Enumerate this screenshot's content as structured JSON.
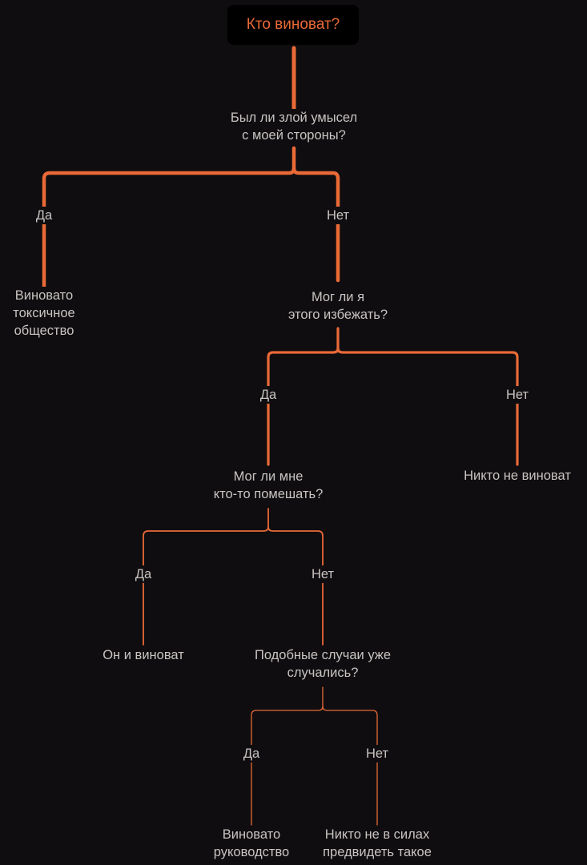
{
  "root": {
    "label": "Кто виноват?"
  },
  "colors": {
    "background": "#0f0d0f",
    "edge": "#e96a37",
    "text": "#c9c4c2",
    "root_text": "#e96a37",
    "root_box": "#000000"
  },
  "q1": {
    "line1": "Был ли злой умысел",
    "line2": "с моей стороны?"
  },
  "q1_yes": "Да",
  "q1_no": "Нет",
  "leaf_society": {
    "line1": "Виновато",
    "line2": "токсичное",
    "line3": "общество"
  },
  "q2": {
    "line1": "Мог ли я",
    "line2": "этого избежать?"
  },
  "q2_yes": "Да",
  "q2_no": "Нет",
  "leaf_nobody": "Никто не виноват",
  "q3": {
    "line1": "Мог ли мне",
    "line2": "кто-то помешать?"
  },
  "q3_yes": "Да",
  "q3_no": "Нет",
  "leaf_he": "Он и виноват",
  "q4": {
    "line1": "Подобные случаи уже",
    "line2": "случались?"
  },
  "q4_yes": "Да",
  "q4_no": "Нет",
  "leaf_management": {
    "line1": "Виновато",
    "line2": "руководство"
  },
  "leaf_unforeseeable": {
    "line1": "Никто не в силах",
    "line2": "предвидеть такое"
  }
}
